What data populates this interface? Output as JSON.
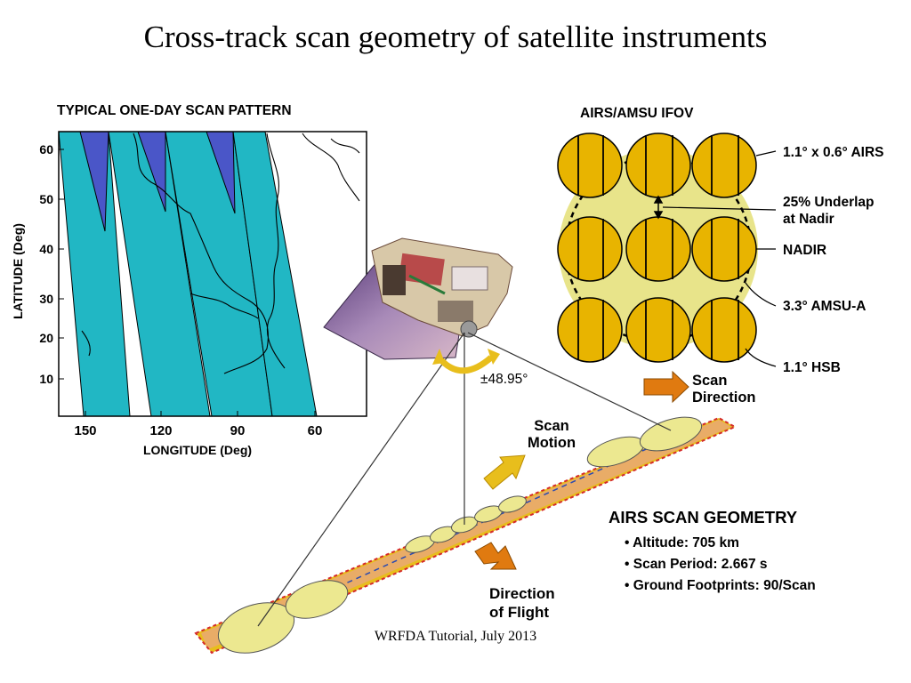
{
  "slide": {
    "title": "Cross-track scan geometry of satellite instruments",
    "footer": "WRFDA Tutorial, July 2013"
  },
  "map": {
    "title": "TYPICAL ONE-DAY SCAN PATTERN",
    "ylabel": "LATITUDE (Deg)",
    "xlabel": "LONGITUDE (Deg)",
    "yticks": [
      "60",
      "50",
      "40",
      "30",
      "20",
      "10"
    ],
    "xticks": [
      "150",
      "120",
      "90",
      "60"
    ]
  },
  "ifov": {
    "title": "AIRS/AMSU IFOV",
    "labels": {
      "airs": "1.1° x 0.6° AIRS",
      "underlap_line1": "25% Underlap",
      "underlap_line2": "at Nadir",
      "nadir": "NADIR",
      "amsu": "3.3° AMSU-A",
      "hsb": "1.1° HSB"
    },
    "scan_direction_line1": "Scan",
    "scan_direction_line2": "Direction"
  },
  "geometry": {
    "angle": "±48.95°",
    "scan_motion_line1": "Scan",
    "scan_motion_line2": "Motion",
    "flight_line1": "Direction",
    "flight_line2": "of Flight",
    "title": "AIRS SCAN GEOMETRY",
    "bullets": [
      "• Altitude: 705 km",
      "• Scan Period: 2.667 s",
      "• Ground Footprints: 90/Scan"
    ]
  },
  "colors": {
    "swath": "#21b7c4",
    "overlap": "#4a56c8",
    "footprint_gold": "#e8b400",
    "footprint_light": "#e8e48a",
    "arrow_orange": "#e07a10",
    "arrow_yellow": "#e8be1c"
  }
}
